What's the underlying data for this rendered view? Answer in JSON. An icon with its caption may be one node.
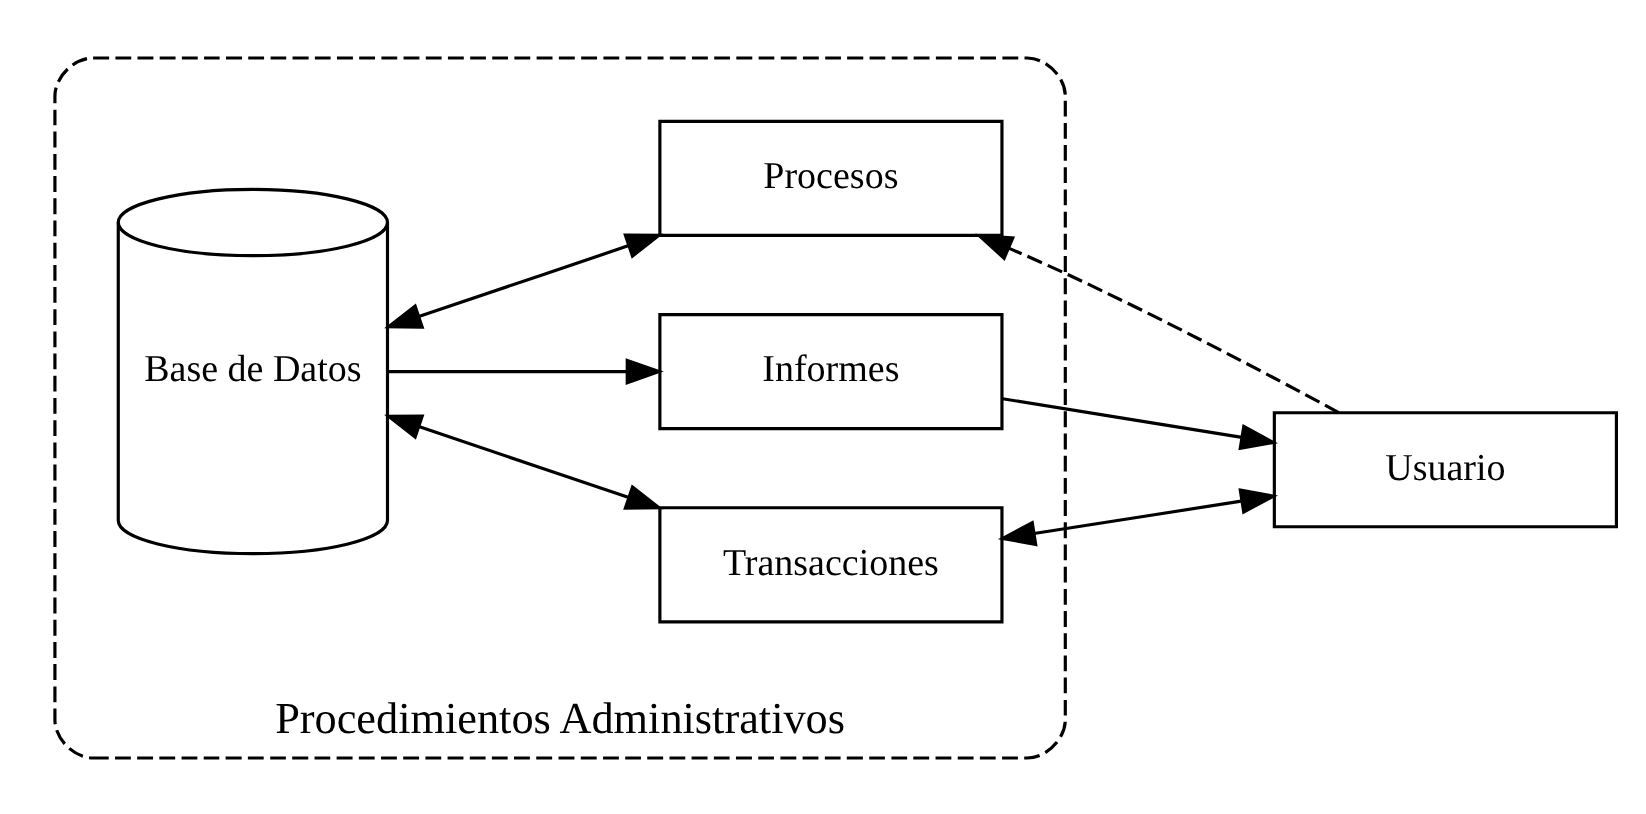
{
  "diagram": {
    "nodes": [
      {
        "text": [
          "Procedimientos Administrativos"
        ]
      },
      {
        "text": [
          "Base de Datos"
        ],
        "in": 0
      },
      {
        "text": [
          "Transacciones"
        ],
        "in": 0
      },
      {
        "text": [
          "Informes"
        ],
        "in": 0
      },
      {
        "text": [
          "Procesos"
        ],
        "in": 0
      },
      {
        "text": [
          "Usuario"
        ]
      }
    ],
    "edges": [
      {
        "from": 1,
        "to": 2,
        "arrow": "both"
      },
      {
        "from": 1,
        "to": 3,
        "arrow": "to"
      },
      {
        "from": 1,
        "to": 4,
        "arrow": "both"
      },
      {
        "from": 2,
        "to": 5,
        "arrow": "both"
      },
      {
        "from": 3,
        "to": 5,
        "arrow": "to"
      },
      {
        "from": 5,
        "to": 4,
        "arrow": "to",
        "style": "dashed"
      }
    ]
  }
}
